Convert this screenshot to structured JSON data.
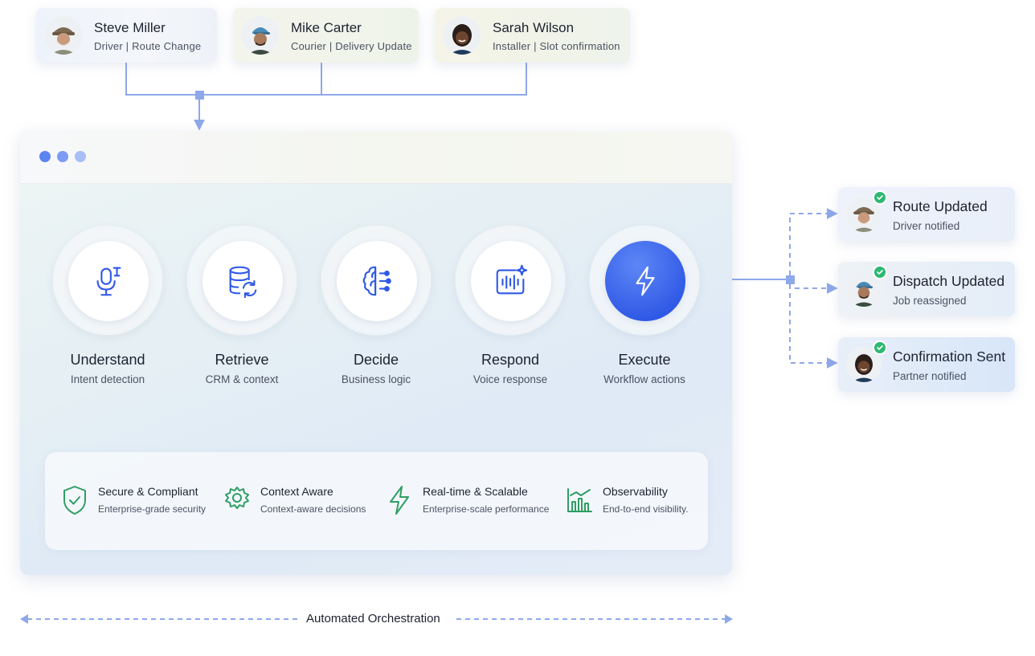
{
  "callers": [
    {
      "name": "Steve Miller",
      "subtitle": "Driver | Route Change"
    },
    {
      "name": "Mike Carter",
      "subtitle": "Courier | Delivery Update"
    },
    {
      "name": "Sarah Wilson",
      "subtitle": "Installer | Slot confirmation"
    }
  ],
  "steps": [
    {
      "title": "Understand",
      "subtitle": "Intent detection",
      "icon": "microphone-icon"
    },
    {
      "title": "Retrieve",
      "subtitle": "CRM & context",
      "icon": "database-sync-icon"
    },
    {
      "title": "Decide",
      "subtitle": "Business logic",
      "icon": "brain-network-icon"
    },
    {
      "title": "Respond",
      "subtitle": "Voice response",
      "icon": "voice-wave-icon"
    },
    {
      "title": "Execute",
      "subtitle": "Workflow actions",
      "icon": "lightning-icon",
      "active": true
    }
  ],
  "features": [
    {
      "title": "Secure & Compliant",
      "subtitle": "Enterprise-grade security",
      "icon": "shield-check-icon"
    },
    {
      "title": "Context Aware",
      "subtitle": "Context-aware decisions",
      "icon": "gear-icon"
    },
    {
      "title": "Real-time & Scalable",
      "subtitle": "Enterprise-scale performance",
      "icon": "lightning-outline-icon"
    },
    {
      "title": "Observability",
      "subtitle": "End-to-end visibility.",
      "icon": "bar-chart-icon"
    }
  ],
  "results": [
    {
      "title": "Route Updated",
      "subtitle": "Driver notified"
    },
    {
      "title": "Dispatch Updated",
      "subtitle": "Job reassigned"
    },
    {
      "title": "Confirmation Sent",
      "subtitle": "Partner notified"
    }
  ],
  "orchestration_label": "Automated Orchestration",
  "colors": {
    "accent_blue": "#2f58e6",
    "connector": "#8ea8ea",
    "feature_green": "#2f9e63",
    "check_green": "#2eb872",
    "window_dot_1": "#5b84f0",
    "window_dot_2": "#7b9cf2",
    "window_dot_3": "#a8bff5"
  }
}
